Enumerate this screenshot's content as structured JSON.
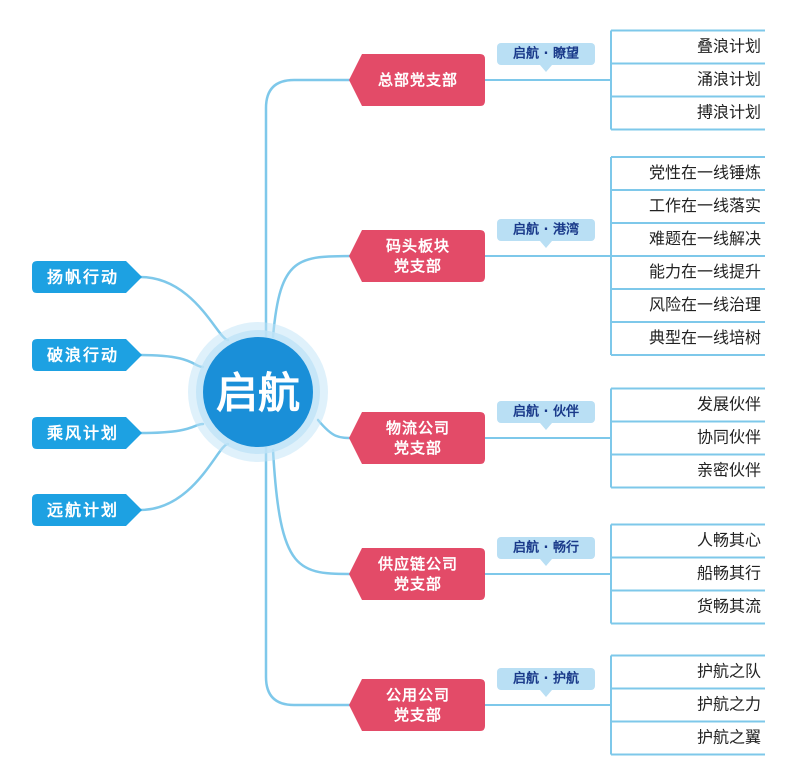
{
  "center": {
    "label": "启航"
  },
  "left_items": [
    {
      "label": "扬帆行动"
    },
    {
      "label": "破浪行动"
    },
    {
      "label": "乘风计划"
    },
    {
      "label": "远航计划"
    }
  ],
  "branches": [
    {
      "name_lines": [
        "总部党支部"
      ],
      "tag": "启航 · 瞭望",
      "items": [
        "叠浪计划",
        "涌浪计划",
        "搏浪计划"
      ]
    },
    {
      "name_lines": [
        "码头板块",
        "党支部"
      ],
      "tag": "启航 · 港湾",
      "items": [
        "党性在一线锤炼",
        "工作在一线落实",
        "难题在一线解决",
        "能力在一线提升",
        "风险在一线治理",
        "典型在一线培树"
      ]
    },
    {
      "name_lines": [
        "物流公司",
        "党支部"
      ],
      "tag": "启航 · 伙伴",
      "items": [
        "发展伙伴",
        "协同伙伴",
        "亲密伙伴"
      ]
    },
    {
      "name_lines": [
        "供应链公司",
        "党支部"
      ],
      "tag": "启航 · 畅行",
      "items": [
        "人畅其心",
        "船畅其行",
        "货畅其流"
      ]
    },
    {
      "name_lines": [
        "公用公司",
        "党支部"
      ],
      "tag": "启航 · 护航",
      "items": [
        "护航之队",
        "护航之力",
        "护航之翼"
      ]
    }
  ],
  "colors": {
    "line": "#7ec8ea",
    "center_fill": "#1a8fd8",
    "center_glow": "#bfe3f7",
    "left_fill": "#1da1e2",
    "branch_fill": "#e34b68",
    "tag_fill": "#b9dff4",
    "tag_text": "#1a3a8a",
    "text_dark": "#222222",
    "white": "#ffffff"
  }
}
